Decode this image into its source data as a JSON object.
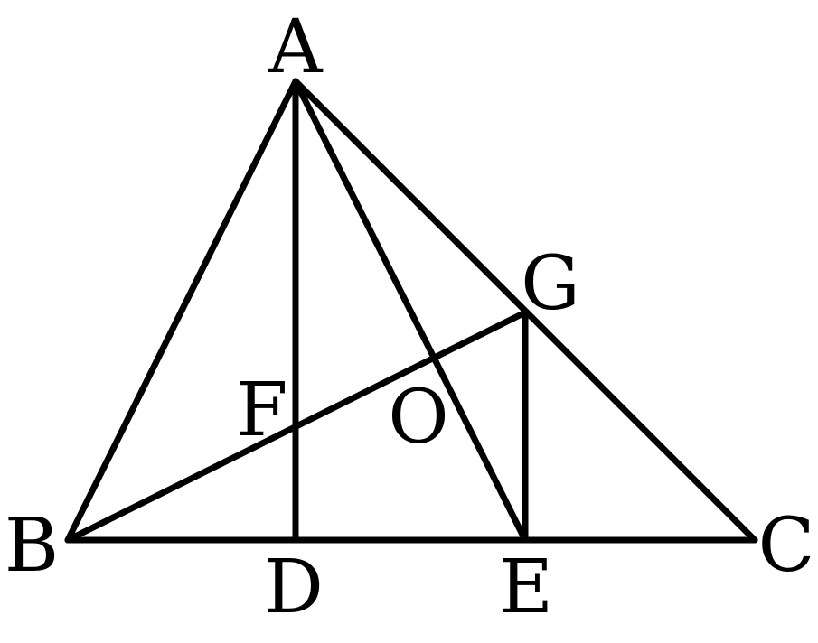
{
  "diagram": {
    "stroke_color": "#000000",
    "background_color": "#ffffff",
    "points": {
      "A": "A",
      "B": "B",
      "C": "C",
      "D": "D",
      "E": "E",
      "F": "F",
      "G": "G",
      "O": "O"
    }
  }
}
